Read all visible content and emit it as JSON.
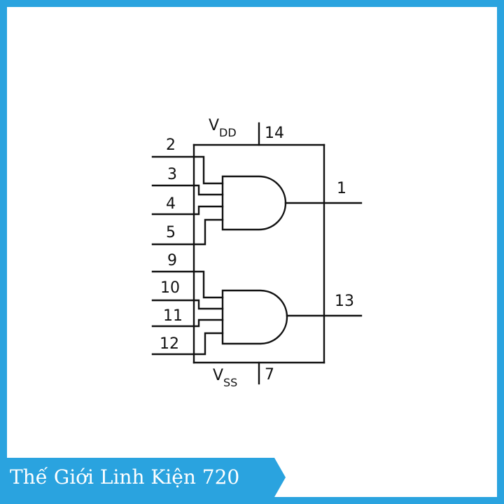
{
  "diagram": {
    "supply": {
      "vdd_label": "V",
      "vdd_sub": "DD",
      "vdd_pin": "14",
      "vss_label": "V",
      "vss_sub": "SS",
      "vss_pin": "7"
    },
    "input_pins": [
      "2",
      "3",
      "4",
      "5",
      "9",
      "10",
      "11",
      "12"
    ],
    "output_pins": {
      "gate1": "1",
      "gate2": "13"
    }
  },
  "banner": {
    "text": "Thế Giới Linh Kiện 720"
  },
  "colors": {
    "border": "#2aa3df",
    "banner": "#2aa3df",
    "ink": "#111111"
  }
}
